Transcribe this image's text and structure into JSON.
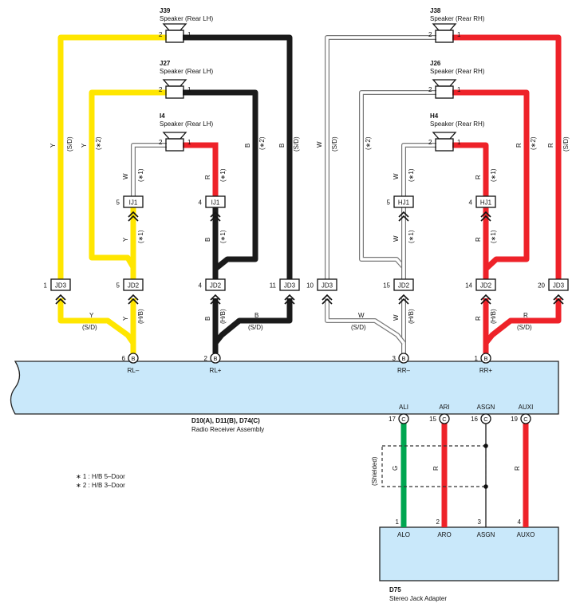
{
  "speakers": {
    "J39": {
      "id": "J39",
      "desc": "Speaker (Rear LH)",
      "pin_a": "2",
      "pin_b": "1"
    },
    "J27": {
      "id": "J27",
      "desc": "Speaker (Rear LH)",
      "pin_a": "2",
      "pin_b": "1"
    },
    "I4": {
      "id": "I4",
      "desc": "Speaker (Rear LH)",
      "pin_a": "2",
      "pin_b": "1"
    },
    "J38": {
      "id": "J38",
      "desc": "Speaker (Rear RH)",
      "pin_a": "2",
      "pin_b": "1"
    },
    "J26": {
      "id": "J26",
      "desc": "Speaker (Rear RH)",
      "pin_a": "2",
      "pin_b": "1"
    },
    "H4": {
      "id": "H4",
      "desc": "Speaker (Rear RH)",
      "pin_a": "2",
      "pin_b": "1"
    }
  },
  "connectors": {
    "ij1_a": {
      "label": "IJ1",
      "pin": "5"
    },
    "ij1_b": {
      "label": "IJ1",
      "pin": "4"
    },
    "hj1_a": {
      "label": "HJ1",
      "pin": "5"
    },
    "hj1_b": {
      "label": "HJ1",
      "pin": "4"
    },
    "jd3_1": {
      "label": "JD3",
      "pin": "1"
    },
    "jd2_5": {
      "label": "JD2",
      "pin": "5"
    },
    "jd2_4": {
      "label": "JD2",
      "pin": "4"
    },
    "jd3_11": {
      "label": "JD3",
      "pin": "11"
    },
    "jd3_10": {
      "label": "JD3",
      "pin": "10"
    },
    "jd2_15": {
      "label": "JD2",
      "pin": "15"
    },
    "jd2_14": {
      "label": "JD2",
      "pin": "14"
    },
    "jd3_20": {
      "label": "JD3",
      "pin": "20"
    }
  },
  "wire_labels": {
    "y": "Y",
    "b": "B",
    "w": "W",
    "r": "R",
    "g": "G",
    "sd": "(S/D)",
    "hb": "(H/B)",
    "s1": "(∗1)",
    "s2": "(∗2)",
    "shielded": "(Shielded)"
  },
  "receiver": {
    "id": "D10(A), D11(B), D74(C)",
    "name": "Radio Receiver Assembly",
    "terms": [
      {
        "pin": "6",
        "conn": "B",
        "name": "RL–"
      },
      {
        "pin": "2",
        "conn": "B",
        "name": "RL+"
      },
      {
        "pin": "3",
        "conn": "B",
        "name": "RR–"
      },
      {
        "pin": "1",
        "conn": "B",
        "name": "RR+"
      },
      {
        "pin": "17",
        "conn": "C",
        "name": "ALI"
      },
      {
        "pin": "15",
        "conn": "C",
        "name": "ARI"
      },
      {
        "pin": "16",
        "conn": "C",
        "name": "ASGN"
      },
      {
        "pin": "19",
        "conn": "C",
        "name": "AUXI"
      }
    ]
  },
  "adapter": {
    "id": "D75",
    "name": "Stereo Jack Adapter",
    "terms": [
      {
        "pin": "1",
        "name": "ALO"
      },
      {
        "pin": "2",
        "name": "ARO"
      },
      {
        "pin": "3",
        "name": "ASGN"
      },
      {
        "pin": "4",
        "name": "AUXO"
      }
    ]
  },
  "notes": {
    "n1": "∗ 1 : H/B 5–Door",
    "n2": "∗ 2 : H/B 3–Door"
  },
  "colors": {
    "yellow": "#ffe600",
    "black": "#1a1a1a",
    "red": "#ee2229",
    "green": "#00a651",
    "white_wire_edge": "#777777",
    "panel": "#c9e8fa"
  }
}
